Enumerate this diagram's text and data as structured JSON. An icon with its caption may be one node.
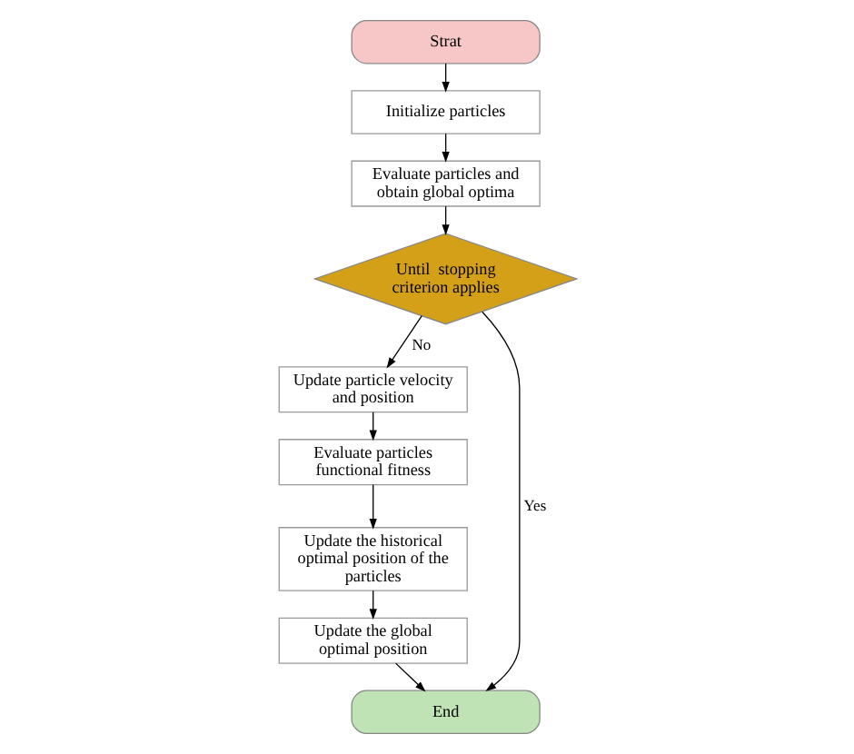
{
  "diagram": {
    "nodes": [
      {
        "text": [
          "Strat"
        ]
      },
      {
        "text": [
          "Initialize particles"
        ]
      },
      {
        "text": [
          "Evaluate particles and obtain global optima"
        ]
      },
      {
        "text": [
          "Until  stopping criterion applies"
        ]
      },
      {
        "text": [
          "Update particle velocity and position"
        ]
      },
      {
        "text": [
          "Evaluate particles functional fitness"
        ]
      },
      {
        "text": [
          "Update the historical optimal position of the particles"
        ]
      },
      {
        "text": [
          "Update the global optimal position"
        ]
      },
      {
        "text": [
          "End"
        ]
      }
    ],
    "edges": [
      {
        "from": 0,
        "to": 1,
        "arrow": "to"
      },
      {
        "from": 1,
        "to": 2,
        "arrow": "to"
      },
      {
        "from": 2,
        "to": 3,
        "arrow": "to"
      },
      {
        "from": 3,
        "to": 4,
        "arrow": "to",
        "label": "No"
      },
      {
        "from": 4,
        "to": 5,
        "arrow": "to"
      },
      {
        "from": 5,
        "to": 6,
        "arrow": "to"
      },
      {
        "from": 6,
        "to": 7,
        "arrow": "to"
      },
      {
        "from": 7,
        "to": 8,
        "arrow": "to"
      },
      {
        "from": 3,
        "to": 8,
        "arrow": "to",
        "label": "Yes"
      }
    ]
  }
}
